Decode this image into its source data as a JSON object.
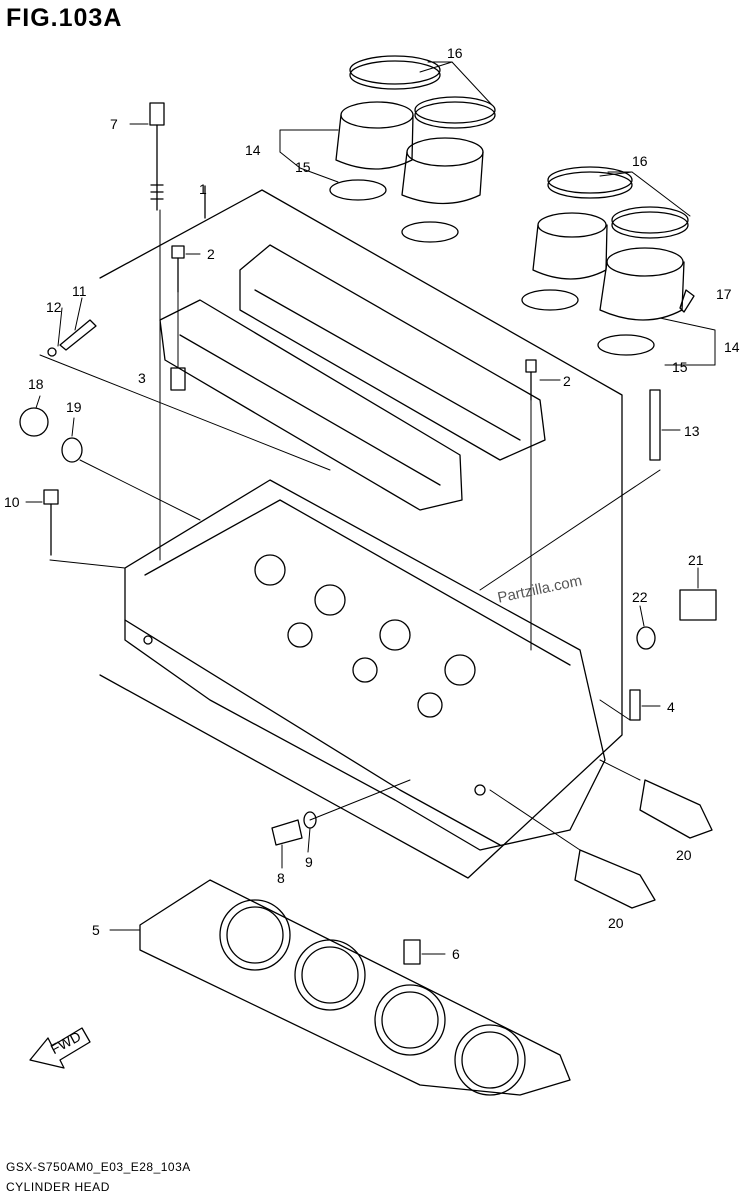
{
  "figure": {
    "title": "FIG.103A",
    "code": "GSX-S750AM0_E03_E28_103A",
    "name": "CYLINDER HEAD",
    "watermark": "Partzilla.com",
    "direction_label": "FWD"
  },
  "callouts": {
    "c1": "1",
    "c2a": "2",
    "c2b": "2",
    "c3": "3",
    "c4": "4",
    "c5": "5",
    "c6": "6",
    "c7": "7",
    "c8": "8",
    "c9": "9",
    "c10": "10",
    "c11": "11",
    "c12": "12",
    "c13": "13",
    "c14a": "14",
    "c14b": "14",
    "c15a": "15",
    "c15b": "15",
    "c16a": "16",
    "c16b": "16",
    "c17": "17",
    "c18": "18",
    "c19": "19",
    "c20a": "20",
    "c20b": "20",
    "c21": "21",
    "c22": "22"
  }
}
